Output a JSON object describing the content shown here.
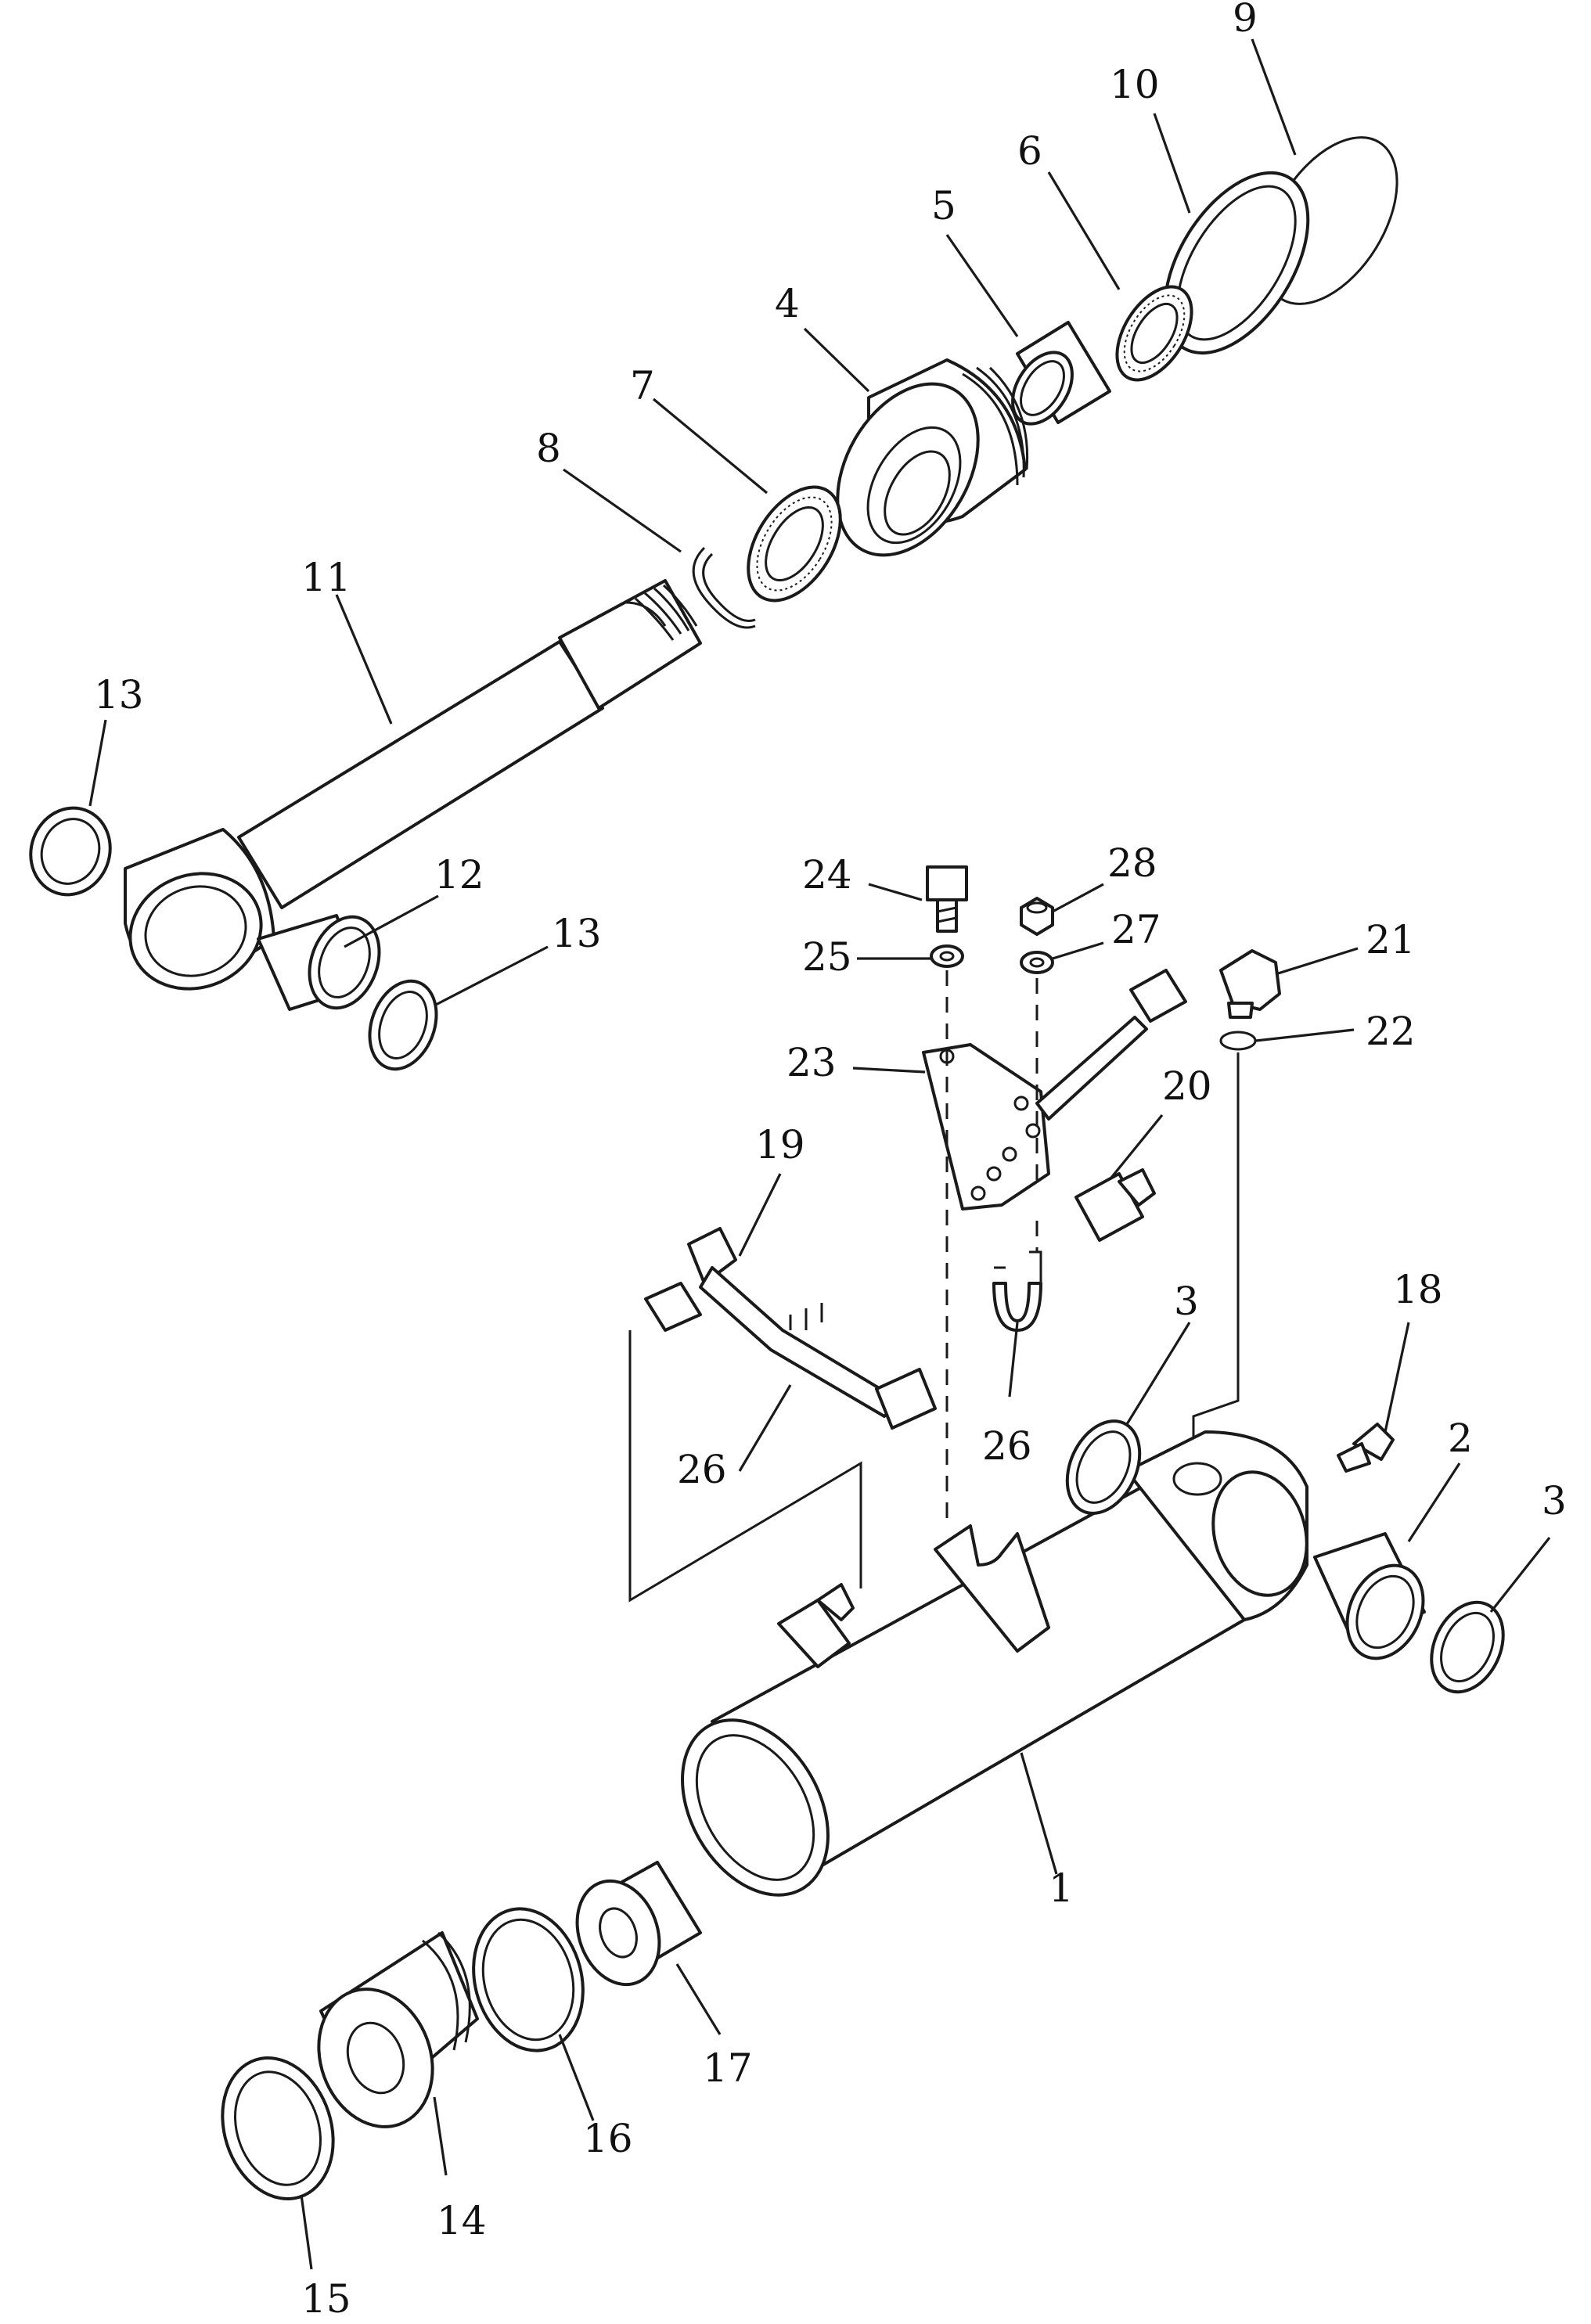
{
  "diagram": {
    "type": "exploded parts diagram",
    "callouts": [
      {
        "id": "c1",
        "label": "1"
      },
      {
        "id": "c2",
        "label": "2"
      },
      {
        "id": "c3a",
        "label": "3"
      },
      {
        "id": "c3b",
        "label": "3"
      },
      {
        "id": "c4",
        "label": "4"
      },
      {
        "id": "c5",
        "label": "5"
      },
      {
        "id": "c6",
        "label": "6"
      },
      {
        "id": "c7",
        "label": "7"
      },
      {
        "id": "c8",
        "label": "8"
      },
      {
        "id": "c9",
        "label": "9"
      },
      {
        "id": "c10",
        "label": "10"
      },
      {
        "id": "c11",
        "label": "11"
      },
      {
        "id": "c12",
        "label": "12"
      },
      {
        "id": "c13a",
        "label": "13"
      },
      {
        "id": "c13b",
        "label": "13"
      },
      {
        "id": "c14",
        "label": "14"
      },
      {
        "id": "c15",
        "label": "15"
      },
      {
        "id": "c16",
        "label": "16"
      },
      {
        "id": "c17",
        "label": "17"
      },
      {
        "id": "c18",
        "label": "18"
      },
      {
        "id": "c19",
        "label": "19"
      },
      {
        "id": "c20",
        "label": "20"
      },
      {
        "id": "c21",
        "label": "21"
      },
      {
        "id": "c22",
        "label": "22"
      },
      {
        "id": "c23",
        "label": "23"
      },
      {
        "id": "c24",
        "label": "24"
      },
      {
        "id": "c25",
        "label": "25"
      },
      {
        "id": "c26a",
        "label": "26"
      },
      {
        "id": "c26b",
        "label": "26"
      },
      {
        "id": "c27",
        "label": "27"
      },
      {
        "id": "c28",
        "label": "28"
      }
    ]
  }
}
